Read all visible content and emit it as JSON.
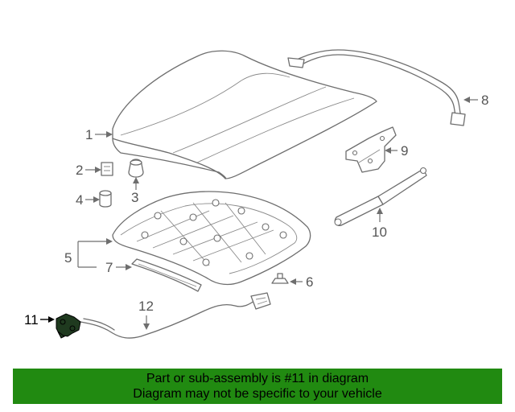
{
  "diagram": {
    "callouts": [
      "1",
      "2",
      "3",
      "4",
      "5",
      "6",
      "7",
      "8",
      "9",
      "10",
      "11",
      "12"
    ],
    "highlighted_callout": "11",
    "highlight_color": "#1f3a1f"
  },
  "banner": {
    "line1": "Part or sub-assembly is #11 in diagram",
    "line2": "Diagram may not be specific to your vehicle",
    "background": "#218a11"
  }
}
